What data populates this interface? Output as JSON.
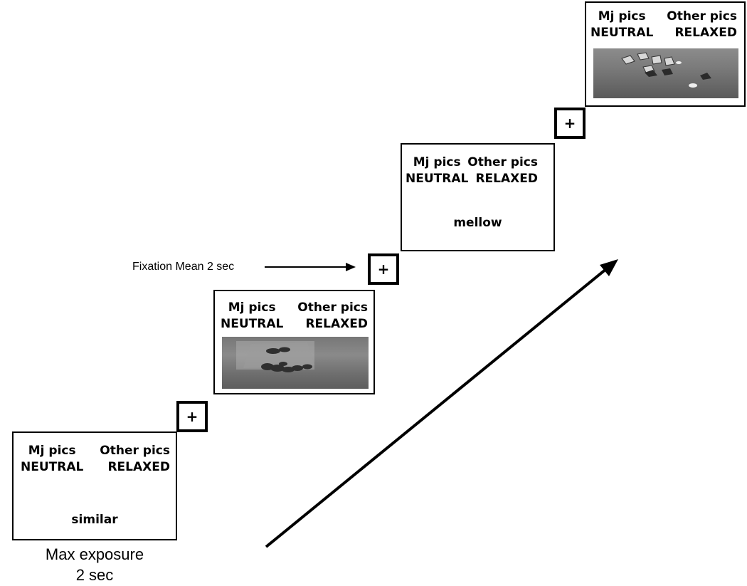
{
  "trials": [
    {
      "left": "Mj pics",
      "left2": "NEUTRAL",
      "right": "Other pics",
      "right2": "RELAXED",
      "word": "similar",
      "stimulus_icon": ""
    },
    {
      "left": "Mj pics",
      "left2": "NEUTRAL",
      "right": "Other pics",
      "right2": "RELAXED",
      "word": "",
      "stimulus_icon": "marijuana-bag-photo"
    },
    {
      "left": "Mj pics",
      "left2": "NEUTRAL",
      "right": "Other pics",
      "right2": "RELAXED",
      "word": "mellow",
      "stimulus_icon": ""
    },
    {
      "left": "Mj pics",
      "left2": "NEUTRAL",
      "right": "Other pics",
      "right2": "RELAXED",
      "word": "",
      "stimulus_icon": "foil-pieces-photo"
    }
  ],
  "fixation": {
    "symbol": "+"
  },
  "annotations": {
    "fixation_label": "Fixation Mean 2 sec",
    "exposure_line1": "Max exposure",
    "exposure_line2": "2 sec"
  },
  "icons": {
    "time_arrow": "diagonal-arrow-icon",
    "label_arrow": "right-arrow-icon"
  }
}
